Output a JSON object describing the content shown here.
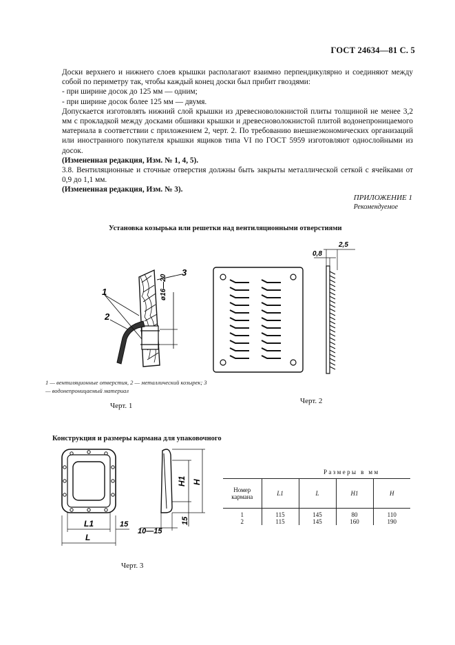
{
  "header": {
    "title": "ГОСТ 24634—81 С. 5"
  },
  "body": {
    "p1": "Доски верхнего и нижнего слоев крышки располагают взаимно перпендикулярно и соединяют между собой по периметру так, чтобы каждый конец доски был прибит гвоздями:",
    "li1": "- при ширине досок до 125 мм — одним;",
    "li2": "- при ширине досок более 125 мм — двумя.",
    "p2": "Допускается изготовлять нижний слой крышки из древесноволокнистой плиты толщиной не менее 3,2 мм с прокладкой между досками обшивки крышки и древесноволокнистой плитой водонепроницаемого материала в соответствии с приложением 2, черт. 2. По требованию внешнеэкономических организаций или иностранного покупателя крышки ящиков типа VI по ГОСТ 5959 изготовляют однослойными из досок.",
    "ed1": "(Измененная редакция, Изм. № 1, 4, 5).",
    "p3": "3.8. Вентиляционные и сточные отверстия должны быть закрыты металлической сеткой с ячейками от 0,9 до 1,1 мм.",
    "ed2": "(Измененная редакция, Изм. № 3)."
  },
  "appendix": {
    "title": "ПРИЛОЖЕНИЕ 1",
    "subtitle": "Рекомендуемое"
  },
  "figure1": {
    "title": "Установка козырька или решетки над вентиляционными отверстиями",
    "labels": {
      "l1": "1",
      "l2": "2",
      "l3": "3",
      "dim": "ø16—20"
    },
    "legend": "1 — вентиляционные отверстия, 2 — металлический козырек; 3 — водонепроницаемый материал",
    "caption": "Черт. 1"
  },
  "figure2": {
    "dims": {
      "a": "2,5",
      "b": "0,8"
    },
    "caption": "Черт. 2"
  },
  "figure3": {
    "title": "Конструкция и размеры кармана для упаковочного",
    "dims": {
      "L1": "L1",
      "L": "L",
      "w15": "15",
      "range": "10—15",
      "H1": "H1",
      "H": "H",
      "h15": "15"
    },
    "caption": "Черт. 3"
  },
  "table": {
    "caption": "Размеры в мм",
    "headers": [
      "Номер кармана",
      "L1",
      "L",
      "H1",
      "H"
    ],
    "rows": [
      [
        "1",
        "115",
        "145",
        "80",
        "110"
      ],
      [
        "2",
        "115",
        "145",
        "160",
        "190"
      ]
    ]
  }
}
